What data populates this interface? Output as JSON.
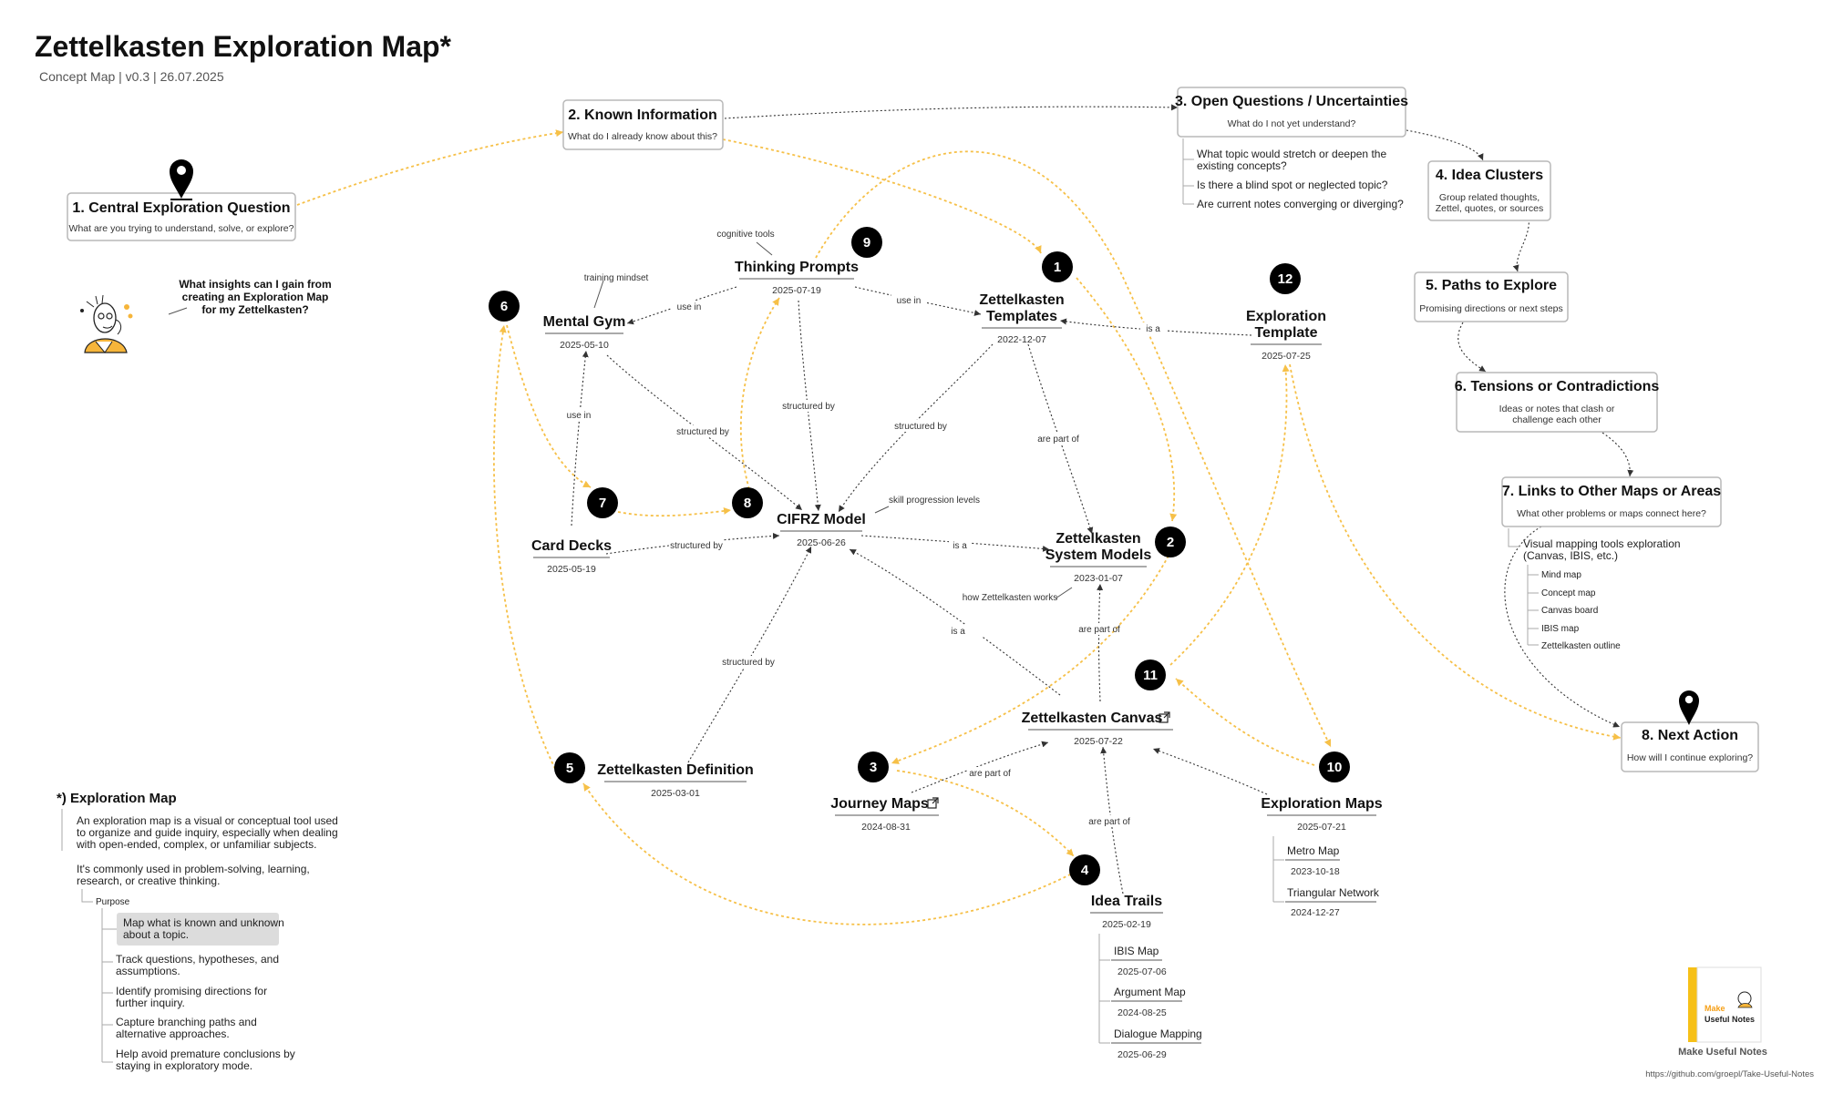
{
  "page": {
    "title": "Zettelkasten Exploration Map*",
    "subtitle": "Concept Map | v0.3 | 26.07.2025",
    "question": "What insights can I gain from creating an Exploration Map for my Zettelkasten?",
    "logo_caption": "Make Useful Notes",
    "logo_text": "Make Useful Notes",
    "url": "https://github.com/groepl/Take-Useful-Notes"
  },
  "steps": [
    {
      "title": "1. Central Exploration Question",
      "desc": [
        "What are you trying to understand, solve, or explore?"
      ]
    },
    {
      "title": "2. Known Information",
      "desc": [
        "What do I already know about this?"
      ]
    },
    {
      "title": "3. Open Questions / Uncertainties",
      "desc": [
        "What do I not yet understand?"
      ]
    },
    {
      "title": "4. Idea Clusters",
      "desc": [
        "Group related thoughts,",
        "Zettel, quotes, or sources"
      ]
    },
    {
      "title": "5. Paths to Explore",
      "desc": [
        "Promising directions or next steps"
      ]
    },
    {
      "title": "6. Tensions or Contradictions",
      "desc": [
        "Ideas or notes that clash or",
        "challenge each other"
      ]
    },
    {
      "title": "7. Links to Other Maps or Areas",
      "desc": [
        "What other problems or maps connect here?"
      ]
    },
    {
      "title": "8. Next Action",
      "desc": [
        "How will I continue exploring?"
      ]
    }
  ],
  "open_questions": [
    [
      "What topic would stretch or deepen the",
      "existing concepts?"
    ],
    [
      "Is there a blind spot or neglected topic?"
    ],
    [
      "Are current notes converging or diverging?"
    ]
  ],
  "links_children": {
    "title": [
      "Visual mapping tools exploration",
      "(Canvas, IBIS, etc.)"
    ],
    "items": [
      "Mind map",
      "Concept map",
      "Canvas board",
      "IBIS map",
      "Zettelkasten outline"
    ]
  },
  "nodes": [
    {
      "lines": [
        "Thinking Prompts"
      ],
      "date": "2025-07-19"
    },
    {
      "lines": [
        "Mental Gym"
      ],
      "date": "2025-05-10"
    },
    {
      "lines": [
        "Zettelkasten",
        "Templates"
      ],
      "date": "2022-12-07"
    },
    {
      "lines": [
        "Exploration",
        "Template"
      ],
      "date": "2025-07-25"
    },
    {
      "lines": [
        "CIFRZ Model"
      ],
      "date": "2025-06-26"
    },
    {
      "lines": [
        "Card Decks"
      ],
      "date": "2025-05-19"
    },
    {
      "lines": [
        "Zettelkasten",
        "System Models"
      ],
      "date": "2023-01-07"
    },
    {
      "lines": [
        "Zettelkasten Canvas"
      ],
      "date": "2025-07-22"
    },
    {
      "lines": [
        "Zettelkasten Definition"
      ],
      "date": "2025-03-01"
    },
    {
      "lines": [
        "Journey Maps"
      ],
      "date": "2024-08-31"
    },
    {
      "lines": [
        "Exploration Maps"
      ],
      "date": "2025-07-21"
    },
    {
      "lines": [
        "Idea Trails"
      ],
      "date": "2025-02-19"
    }
  ],
  "sub_items": {
    "exploration_maps": [
      {
        "label": "Metro Map",
        "date": "2023-10-18"
      },
      {
        "label": "Triangular Network",
        "date": "2024-12-27"
      }
    ],
    "idea_trails": [
      {
        "label": "IBIS Map",
        "date": "2025-07-06"
      },
      {
        "label": "Argument Map",
        "date": "2024-08-25"
      },
      {
        "label": "Dialogue Mapping",
        "date": "2025-06-29"
      }
    ]
  },
  "floating_labels": [
    "cognitive tools",
    "training mindset",
    "skill progression levels",
    "how Zettelkasten works"
  ],
  "edge_labels": [
    "use in",
    "use in",
    "use in",
    "is a",
    "structured by",
    "structured by",
    "structured by",
    "are part of",
    "structured by",
    "is a",
    "structured by",
    "is a",
    "are part of",
    "are part of",
    "are part of"
  ],
  "badges": [
    "1",
    "2",
    "3",
    "4",
    "5",
    "6",
    "7",
    "8",
    "9",
    "10",
    "11",
    "12"
  ],
  "legend": {
    "title": "*) Exploration Map",
    "p1": [
      "An exploration map is a visual or conceptual tool used",
      "to organize and guide inquiry, especially when dealing",
      "with open-ended, complex, or unfamiliar subjects."
    ],
    "p2": [
      "It's commonly used in problem-solving, learning,",
      "research, or creative thinking."
    ],
    "purpose_label": "Purpose",
    "purposes": [
      [
        "Map what is known and unknown",
        "about a topic."
      ],
      [
        "Track questions, hypotheses, and",
        "assumptions."
      ],
      [
        "Identify promising directions for",
        "further inquiry."
      ],
      [
        "Capture branching paths and",
        "alternative approaches."
      ],
      [
        "Help avoid premature conclusions by",
        "staying in exploratory mode."
      ]
    ]
  },
  "colors": {
    "gold": "#f6c048",
    "badge": "#000000",
    "highlight": "#dcdcdc",
    "box_border": "#b8b8b8"
  },
  "icons": [
    "map-pin-icon",
    "thinker-illustration-icon",
    "external-link-icon",
    "logo-book-icon"
  ]
}
